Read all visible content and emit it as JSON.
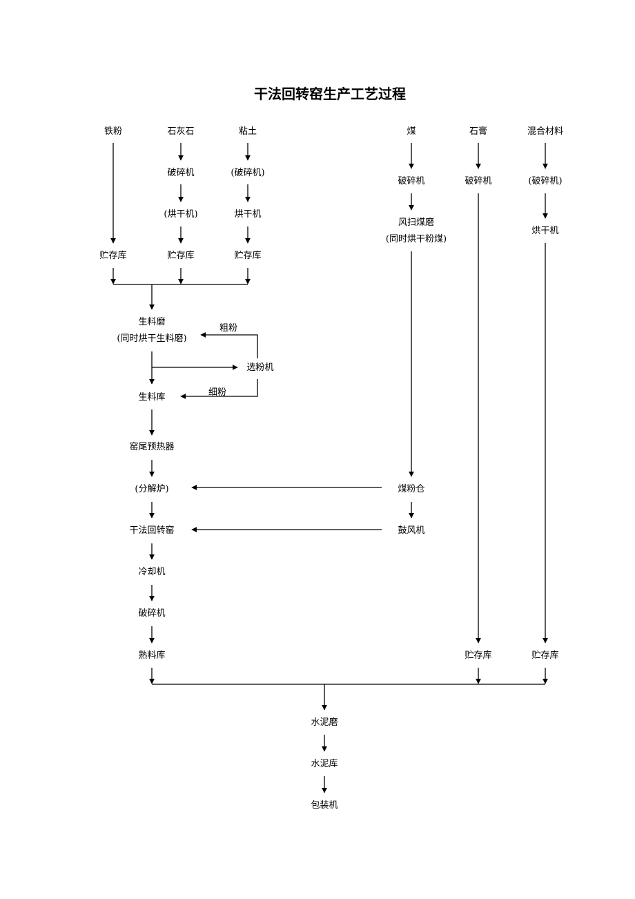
{
  "title": "干法回转窑生产工艺过程",
  "nodes": {
    "iron_powder": "铁粉",
    "limestone": "石灰石",
    "clay": "粘土",
    "coal": "煤",
    "gypsum": "石膏",
    "mixed_material": "混合材料",
    "limestone_crusher": "破碎机",
    "clay_crusher": "(破碎机)",
    "coal_crusher": "破碎机",
    "gypsum_crusher": "破碎机",
    "mixed_crusher": "(破碎机)",
    "limestone_dryer": "(烘干机)",
    "clay_dryer": "烘干机",
    "coal_mill_line1": "风扫煤磨",
    "coal_mill_line2": "(同时烘干粉煤)",
    "mixed_dryer": "烘干机",
    "iron_storage": "贮存库",
    "limestone_storage": "贮存库",
    "clay_storage": "贮存库",
    "raw_mill_line1": "生料磨",
    "raw_mill_line2": "(同时烘干生料磨)",
    "coarse_powder": "粗粉",
    "separator": "选粉机",
    "fine_powder": "细粉",
    "raw_meal_silo": "生料库",
    "preheater": "窑尾预热器",
    "calciner": "(分解炉)",
    "coal_powder_bin": "煤粉仓",
    "rotary_kiln": "干法回转窑",
    "blower": "鼓风机",
    "cooler": "冷却机",
    "clinker_crusher": "破碎机",
    "clinker_silo": "熟料库",
    "gypsum_storage": "贮存库",
    "mixed_storage": "贮存库",
    "cement_mill": "水泥磨",
    "cement_silo": "水泥库",
    "packer": "包装机"
  }
}
